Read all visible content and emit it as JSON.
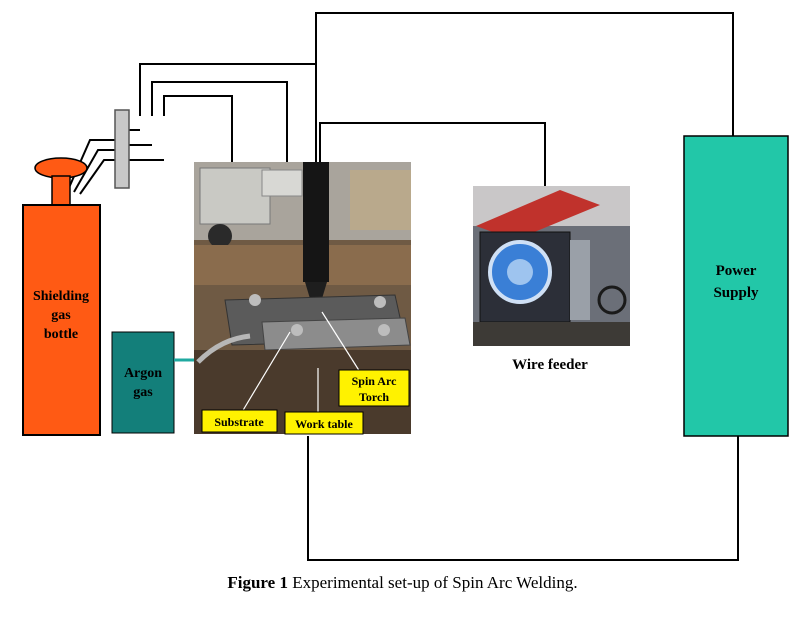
{
  "components": {
    "shielding_gas": {
      "line1": "Shielding",
      "line2": "gas",
      "line3": "bottle",
      "color": "#FF5A14"
    },
    "argon_gas": {
      "line1": "Argon",
      "line2": "gas",
      "color": "#137F7A"
    },
    "power_supply": {
      "line1": "Power",
      "line2": "Supply",
      "color": "#22C7A8"
    },
    "wire_feeder": {
      "label": "Wire feeder"
    }
  },
  "photo_labels": {
    "substrate": "Substrate",
    "work_table": "Work table",
    "torch_line1": "Spin Arc",
    "torch_line2": "Torch",
    "label_color": "#FFF200"
  },
  "caption": {
    "prefix": "Figure 1",
    "text": " Experimental set-up of Spin Arc Welding."
  }
}
